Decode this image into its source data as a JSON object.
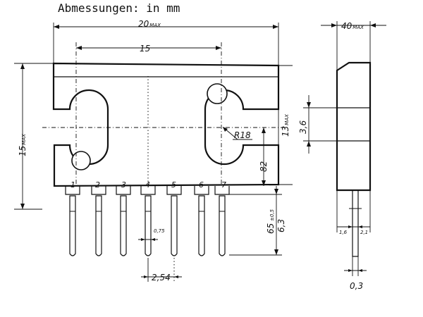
{
  "title": "Abmessungen: in mm",
  "dimensions": {
    "width_max_value": "20",
    "width_max_unit": "MAX",
    "hole_spacing": "15",
    "height_max_value": "15",
    "height_max_unit": "MAX",
    "body_height_value": "13",
    "body_height_unit": "MAX",
    "notch_radius": "R18",
    "notch_to_pins": "82",
    "lead_length_a": "65",
    "lead_length_tol": "±0,5",
    "lead_length_b": "6,3",
    "lead_width": "0,75",
    "pin_pitch": "2,54",
    "depth_max_value": "40",
    "depth_max_unit": "MAX",
    "side_tab": "3,6",
    "side_left": "1,6",
    "side_right": "2,1",
    "lead_thickness": "0,3"
  },
  "pins": [
    "1",
    "2",
    "3",
    "4",
    "5",
    "6",
    "7"
  ]
}
